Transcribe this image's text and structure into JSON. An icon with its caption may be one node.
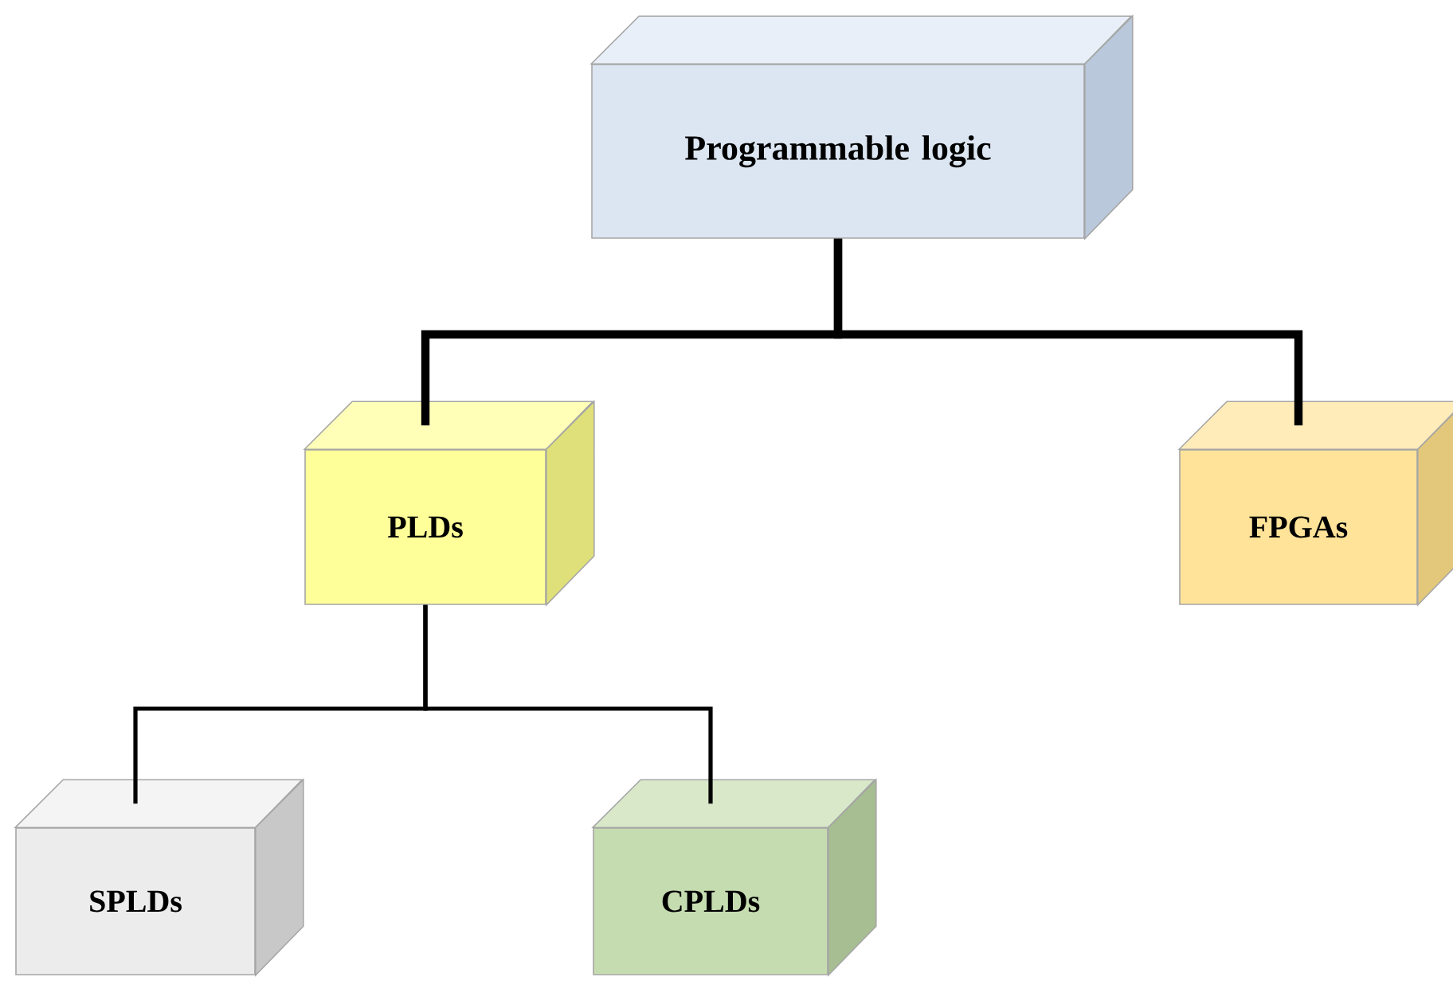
{
  "diagram": {
    "nodes": [
      {
        "text": [
          "Programmable logic"
        ]
      },
      {
        "text": [
          "PLDs"
        ]
      },
      {
        "text": [
          "FPGAs"
        ]
      },
      {
        "text": [
          "SPLDs"
        ]
      },
      {
        "text": [
          "CPLDs"
        ]
      }
    ],
    "edges": [
      {
        "from": 0,
        "to": 1,
        "arrow": "none",
        "style": "thick"
      },
      {
        "from": 0,
        "to": 2,
        "arrow": "none",
        "style": "thick"
      },
      {
        "from": 1,
        "to": 3,
        "arrow": "none"
      },
      {
        "from": 1,
        "to": 4,
        "arrow": "none"
      }
    ]
  }
}
